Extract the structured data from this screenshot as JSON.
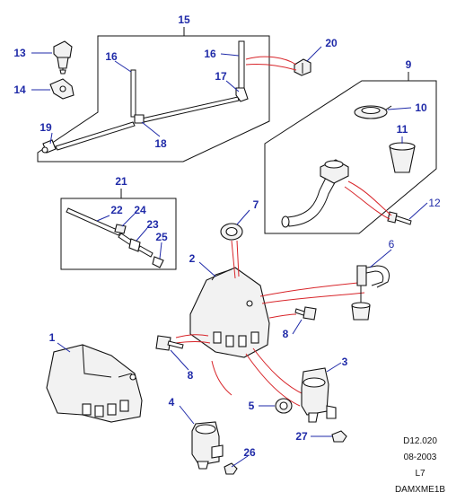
{
  "callouts": {
    "c1": "1",
    "c2": "2",
    "c3": "3",
    "c4": "4",
    "c5": "5",
    "c6": "6",
    "c7": "7",
    "c8a": "8",
    "c8b": "8",
    "c9": "9",
    "c10": "10",
    "c11": "11",
    "c12": "12",
    "c13": "13",
    "c14": "14",
    "c15": "15",
    "c16a": "16",
    "c16b": "16",
    "c17": "17",
    "c18": "18",
    "c19": "19",
    "c20": "20",
    "c21": "21",
    "c22": "22",
    "c23": "23",
    "c24": "24",
    "c25": "25",
    "c26": "26",
    "c27": "27"
  },
  "reference": {
    "code": "D12.020",
    "date": "08-2003",
    "level": "L7",
    "drawing": "DAMXME1B"
  },
  "colors": {
    "callout": "#1f2aa8",
    "wiring": "#d8252a",
    "outline": "#111111"
  }
}
